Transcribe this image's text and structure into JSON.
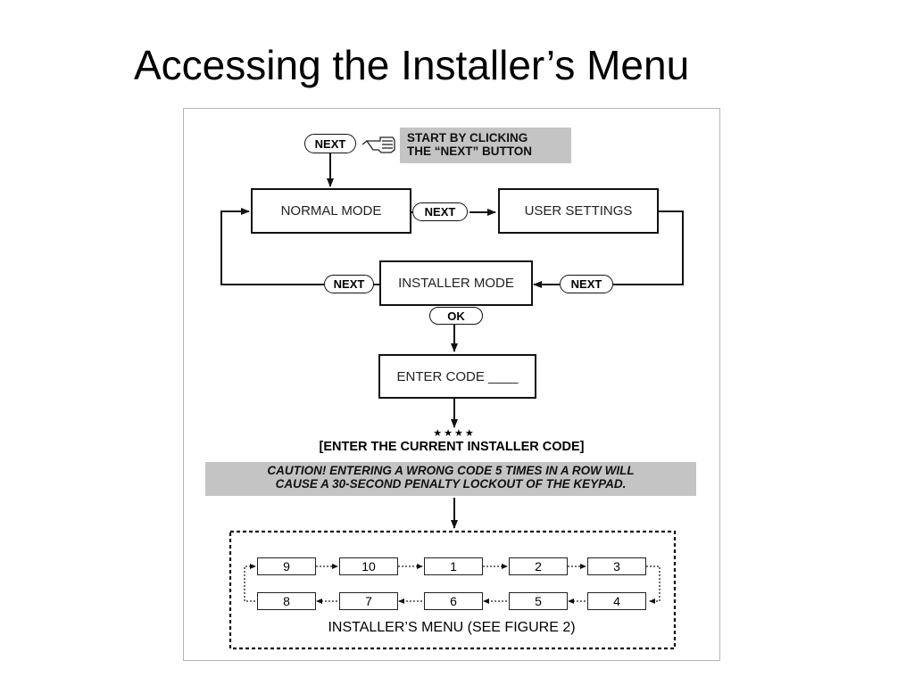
{
  "slide": {
    "title": "Accessing the Installer’s Menu"
  },
  "diagram": {
    "start_button": "NEXT",
    "start_hint_line1": "START BY CLICKING",
    "start_hint_line2": "THE “NEXT” BUTTON",
    "normal_mode": "NORMAL MODE",
    "next_a": "NEXT",
    "user_settings": "USER SETTINGS",
    "next_left": "NEXT",
    "installer_mode": "INSTALLER MODE",
    "next_right": "NEXT",
    "ok_button": "OK",
    "enter_code": "ENTER CODE ____",
    "stars": "★★★★",
    "enter_instruction": "[ENTER THE CURRENT INSTALLER CODE]",
    "caution_line1": "CAUTION! ENTERING A WRONG CODE 5 TIMES IN A ROW WILL",
    "caution_line2": "CAUSE A 30-SECOND PENALTY LOCKOUT OF THE KEYPAD.",
    "menu_top": [
      "9",
      "10",
      "1",
      "2",
      "3"
    ],
    "menu_bottom": [
      "8",
      "7",
      "6",
      "5",
      "4"
    ],
    "menu_caption": "INSTALLER’S MENU (SEE FIGURE 2)",
    "icon": "pointing-hand-icon"
  }
}
